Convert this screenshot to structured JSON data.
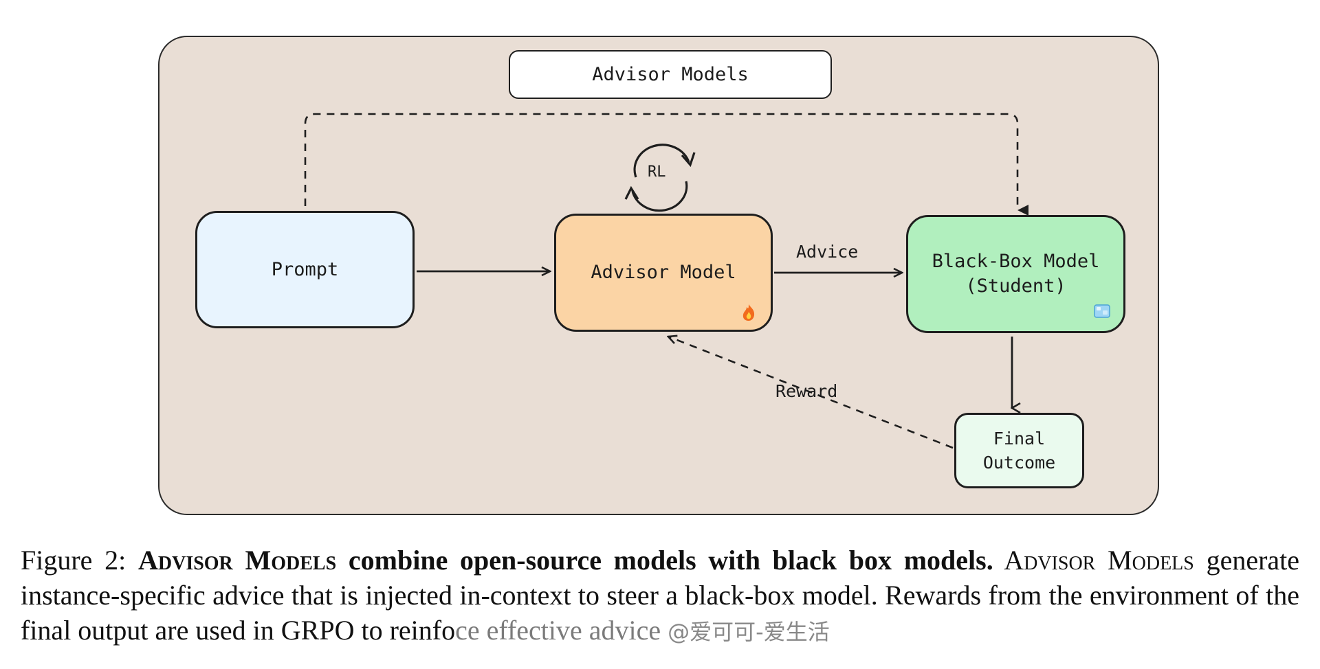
{
  "diagram": {
    "title": "Advisor Models",
    "nodes": {
      "prompt": "Prompt",
      "advisor": "Advisor Model",
      "blackbox_line1": "Black-Box Model",
      "blackbox_line2": "(Student)",
      "final_line1": "Final",
      "final_line2": "Outcome"
    },
    "edges": {
      "advice": "Advice",
      "reward": "Reward",
      "rl": "RL"
    },
    "icons": [
      "fire-icon",
      "ice-cube-icon",
      "cycle-arrows-icon"
    ],
    "colors": {
      "panel_bg": "#e9ded5",
      "prompt_bg": "#e8f4fe",
      "advisor_bg": "#fbd4a5",
      "blackbox_bg": "#b1efbe",
      "final_bg": "#eafaee"
    }
  },
  "caption": {
    "figure_label": "Figure 2: ",
    "bold_sc_1": "Advisor Models",
    "bold_rest": " combine open-source models with black box models.",
    "sc_2": " Advisor Models",
    "rest_1": " generate instance-specific advice that is injected in-context to steer a black-box model. Rewards from the environment of the final output are used in GRPO to reinfo",
    "watermark_text": "ce effective advice",
    "watermark_user": "@爱可可-爱生活"
  }
}
